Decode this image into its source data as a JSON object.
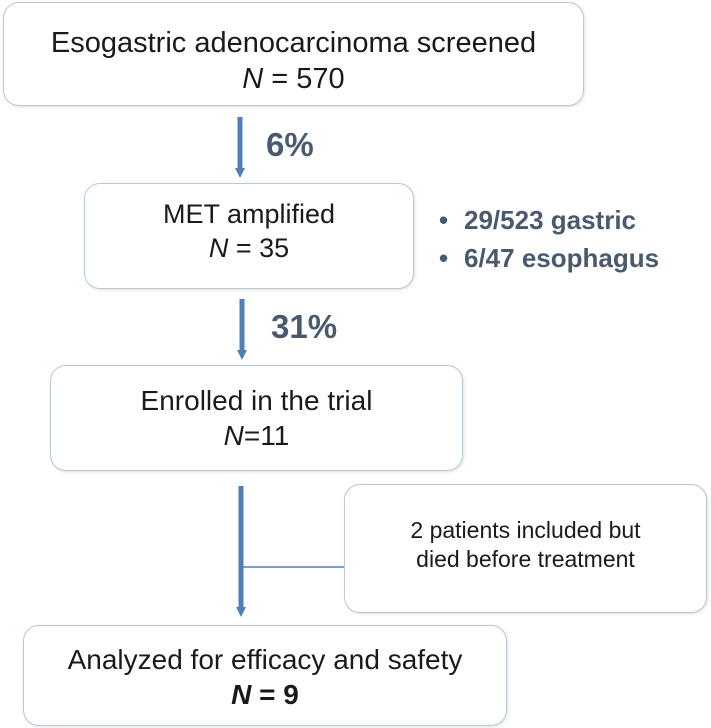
{
  "boxes": {
    "screened": {
      "title": "Esogastric adenocarcinoma screened",
      "n_label": "N",
      "n_value": " = 570"
    },
    "amplified": {
      "title": "MET amplified",
      "n_label": "N",
      "n_value": " = 35"
    },
    "enrolled": {
      "title": "Enrolled in the trial",
      "n_label": "N",
      "n_value": "=11"
    },
    "excluded": {
      "line1": "2 patients included but",
      "line2": "died before treatment"
    },
    "analyzed": {
      "title": "Analyzed for efficacy and safety",
      "n_label": "N",
      "n_value": " = 9"
    }
  },
  "transitions": {
    "screened_to_amplified": "6%",
    "amplified_to_enrolled": "31%"
  },
  "breakdown": {
    "bullet": "•",
    "items": [
      "29/523 gastric",
      "6/47 esophagus"
    ]
  },
  "colors": {
    "arrow": "#4f7fb5",
    "box_border": "#b8c9d6",
    "accent_text": "#4a5a6e"
  }
}
